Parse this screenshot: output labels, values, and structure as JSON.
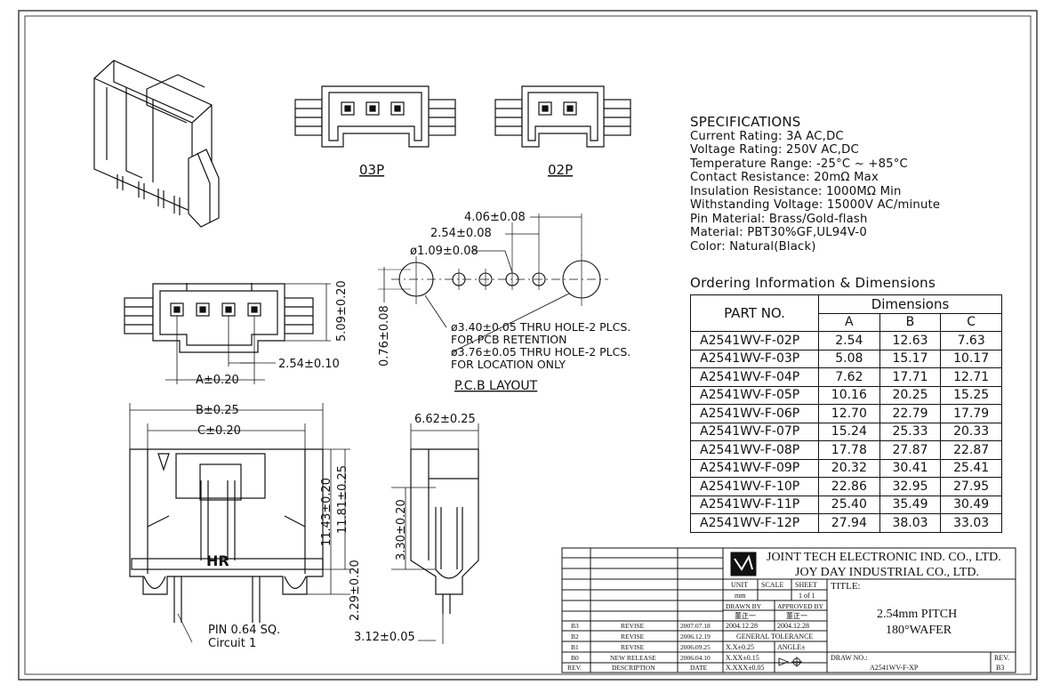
{
  "specs": {
    "title": "SPECIFICATIONS",
    "lines": [
      "Current Rating: 3A AC,DC",
      "Voltage Rating: 250V AC,DC",
      "Temperature Range: -25°C ~ +85°C",
      "Contact Resistance: 20mΩ Max",
      "Insulation Resistance: 1000MΩ Min",
      "Withstanding Voltage: 15000V AC/minute",
      "Pin Material: Brass/Gold-flash",
      "Material: PBT30%GF,UL94V-0",
      "Color: Natural(Black)"
    ]
  },
  "ordering": {
    "title": "Ordering Information & Dimensions",
    "part_header": "PART NO.",
    "dims_header": "Dimensions",
    "col_a": "A",
    "col_b": "B",
    "col_c": "C",
    "rows": [
      [
        "A2541WV-F-02P",
        "2.54",
        "12.63",
        "7.63"
      ],
      [
        "A2541WV-F-03P",
        "5.08",
        "15.17",
        "10.17"
      ],
      [
        "A2541WV-F-04P",
        "7.62",
        "17.71",
        "12.71"
      ],
      [
        "A2541WV-F-05P",
        "10.16",
        "20.25",
        "15.25"
      ],
      [
        "A2541WV-F-06P",
        "12.70",
        "22.79",
        "17.79"
      ],
      [
        "A2541WV-F-07P",
        "15.24",
        "25.33",
        "20.33"
      ],
      [
        "A2541WV-F-08P",
        "17.78",
        "27.87",
        "22.87"
      ],
      [
        "A2541WV-F-09P",
        "20.32",
        "30.41",
        "25.41"
      ],
      [
        "A2541WV-F-10P",
        "22.86",
        "32.95",
        "27.95"
      ],
      [
        "A2541WV-F-11P",
        "25.40",
        "35.49",
        "30.49"
      ],
      [
        "A2541WV-F-12P",
        "27.94",
        "38.03",
        "33.03"
      ]
    ]
  },
  "views": {
    "label_03p": "03P",
    "label_02p": "02P",
    "pcb_layout": "P.C.B LAYOUT"
  },
  "dims": {
    "d406": "4.06±0.08",
    "d254a": "2.54±0.08",
    "d109": "ø1.09±0.08",
    "d076": "0.76±0.08",
    "hole1a": "ø3.40±0.05 THRU HOLE-2 PLCS.",
    "hole1b": "FOR PCB RETENTION",
    "hole2a": "ø3.76±0.05 THRU HOLE-2 PLCS.",
    "hole2b": "FOR LOCATION ONLY",
    "d509": "5.09±0.20",
    "d254b": "2.54±0.10",
    "a": "A±0.20",
    "b": "B±0.25",
    "c": "C±0.20",
    "d1143": "11.43±0.20",
    "d1181": "11.81±0.25",
    "d229": "2.29±0.20",
    "d662": "6.62±0.25",
    "d330": "3.30±0.20",
    "d312": "3.12±0.05",
    "pin1": "PIN 0.64 SQ.",
    "pin2": "Circuit 1",
    "hr": "HR"
  },
  "title_block": {
    "company1": "JOINT TECH ELECTRONIC IND. CO., LTD.",
    "company2": "JOY DAY INDUSTRIAL CO., LTD.",
    "unit_label": "UNIT",
    "unit_value": "mm",
    "scale_label": "SCALE",
    "sheet_label": "SHEET",
    "sheet_value": "1 of 1",
    "title_label": "TITLE:",
    "title1": "2.54mm PITCH",
    "title2": "180°WAFER",
    "drawn_by_label": "DRAWN BY",
    "drawn_by": "董正一",
    "drawn_date": "2004.12.28",
    "approved_label": "APPROVED BY",
    "approved_by": "董正一",
    "approved_date": "2004.12.28",
    "tolerance_label": "GENERAL TOLERANCE",
    "tol1": "X.X±0.25",
    "tol2": "X.XX±0.15",
    "tol3": "X.XXX±0.05",
    "angle_label": "ANGLE±",
    "drawno_label": "DRAW NO.:",
    "drawno": "A2541WV-F-XP",
    "rev_label": "REV.",
    "rev_value": "B3",
    "hdr_rev": "REV.",
    "hdr_desc": "DESCRIPTION",
    "hdr_date": "DATE",
    "revisions": [
      [
        "B3",
        "REVISE",
        "2007.07.18"
      ],
      [
        "B2",
        "REVISE",
        "2006.12.19"
      ],
      [
        "B1",
        "REVISE",
        "2006.09.25"
      ],
      [
        "B0",
        "NEW RELEASE",
        "2006.04.10"
      ]
    ]
  }
}
